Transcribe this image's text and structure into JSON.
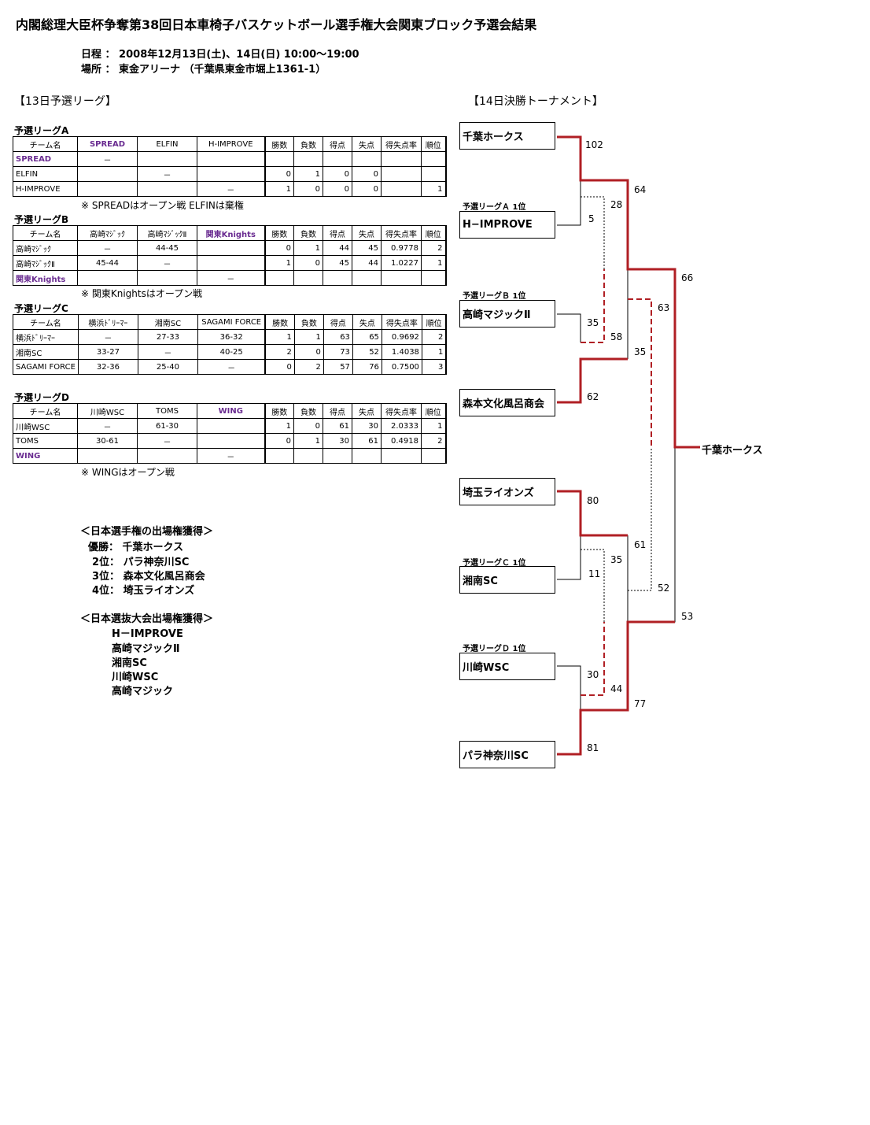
{
  "title": "内閣総理大臣杯争奪第38回日本車椅子バスケットボール選手権大会関東ブロック予選会結果",
  "schedule": "日程 ： 2008年12月13日(土)、14日(日) 10:00～19:00",
  "venue": "場所 ： 東金アリーナ （千葉県東金市堀上1361-1）",
  "section_league": "【13日予選リーグ】",
  "section_tournament": "【14日決勝トーナメント】",
  "stat_headers": [
    "勝数",
    "負数",
    "得点",
    "失点",
    "得失点率",
    "順位"
  ],
  "team_header": "チーム名",
  "leagues": [
    {
      "name": "予選リーグA",
      "cols": [
        "SPREAD",
        "ELFIN",
        "H-IMPROVE"
      ],
      "rows": [
        {
          "team": "SPREAD",
          "cells": [
            "－",
            "",
            ""
          ],
          "stats": [
            "",
            "",
            "",
            "",
            "",
            ""
          ]
        },
        {
          "team": "ELFIN",
          "cells": [
            "",
            "－",
            ""
          ],
          "stats": [
            "0",
            "1",
            "0",
            "0",
            "",
            ""
          ]
        },
        {
          "team": "H-IMPROVE",
          "cells": [
            "",
            "",
            "－"
          ],
          "stats": [
            "1",
            "0",
            "0",
            "0",
            "",
            "1"
          ]
        }
      ],
      "note": "※ SPREADはオープン戦 ELFINは棄権"
    },
    {
      "name": "予選リーグB",
      "cols": [
        "高崎ﾏｼﾞｯｸ",
        "高崎ﾏｼﾞｯｸⅡ",
        "関東Knights"
      ],
      "rows": [
        {
          "team": "高崎ﾏｼﾞｯｸ",
          "cells": [
            "－",
            "44-45",
            ""
          ],
          "stats": [
            "0",
            "1",
            "44",
            "45",
            "0.9778",
            "2"
          ]
        },
        {
          "team": "高崎ﾏｼﾞｯｸⅡ",
          "cells": [
            "45-44",
            "－",
            ""
          ],
          "stats": [
            "1",
            "0",
            "45",
            "44",
            "1.0227",
            "1"
          ]
        },
        {
          "team": "関東Knights",
          "cells": [
            "",
            "",
            "－"
          ],
          "stats": [
            "",
            "",
            "",
            "",
            "",
            ""
          ]
        }
      ],
      "note": "※ 関東Knightsはオープン戦"
    },
    {
      "name": "予選リーグC",
      "cols": [
        "横浜ﾄﾞﾘｰﾏｰ",
        "湘南SC",
        "SAGAMI FORCE"
      ],
      "rows": [
        {
          "team": "横浜ﾄﾞﾘｰﾏｰ",
          "cells": [
            "－",
            "27-33",
            "36-32"
          ],
          "stats": [
            "1",
            "1",
            "63",
            "65",
            "0.9692",
            "2"
          ]
        },
        {
          "team": "湘南SC",
          "cells": [
            "33-27",
            "－",
            "40-25"
          ],
          "stats": [
            "2",
            "0",
            "73",
            "52",
            "1.4038",
            "1"
          ]
        },
        {
          "team": "SAGAMI FORCE",
          "cells": [
            "32-36",
            "25-40",
            "－"
          ],
          "stats": [
            "0",
            "2",
            "57",
            "76",
            "0.7500",
            "3"
          ]
        }
      ],
      "note": ""
    },
    {
      "name": "予選リーグD",
      "cols": [
        "川崎WSC",
        "TOMS",
        "WING"
      ],
      "rows": [
        {
          "team": "川崎WSC",
          "cells": [
            "－",
            "61-30",
            ""
          ],
          "stats": [
            "1",
            "0",
            "61",
            "30",
            "2.0333",
            "1"
          ]
        },
        {
          "team": "TOMS",
          "cells": [
            "30-61",
            "－",
            ""
          ],
          "stats": [
            "0",
            "1",
            "30",
            "61",
            "0.4918",
            "2"
          ]
        },
        {
          "team": "WING",
          "cells": [
            "",
            "",
            "－"
          ],
          "stats": [
            "",
            "",
            "",
            "",
            "",
            ""
          ]
        }
      ],
      "note": "※ WINGはオープン戦"
    }
  ],
  "qualified_national": {
    "heading": "＜日本選手権の出場権獲得＞",
    "lines": [
      "優勝： 千葉ホークス",
      "2位： パラ神奈川SC",
      "3位： 森本文化風呂商会",
      "4位： 埼玉ライオンズ"
    ]
  },
  "qualified_select": {
    "heading": "＜日本選抜大会出場権獲得＞",
    "lines": [
      "H－IMPROVE",
      "高崎マジックⅡ",
      "湘南SC",
      "川崎WSC",
      "高崎マジック"
    ]
  },
  "tournament": {
    "teams": [
      "千葉ホークス",
      "H−IMPROVE",
      "高崎マジックⅡ",
      "森本文化風呂商会",
      "埼玉ライオンズ",
      "湘南SC",
      "川崎WSC",
      "パラ神奈川SC"
    ],
    "qualifier_labels": [
      "予選リーグＡ 1位",
      "予選リーグＢ 1位",
      "予選リーグＣ 1位",
      "予選リーグＤ 1位"
    ],
    "scores": [
      "102",
      "5",
      "35",
      "62",
      "80",
      "11",
      "30",
      "81",
      "28",
      "58",
      "35",
      "44",
      "64",
      "35",
      "61",
      "77",
      "63",
      "52",
      "66",
      "53"
    ],
    "champion": "千葉ホークス"
  },
  "colors": {
    "win_line": "#b01f24",
    "purple": "#6a2c91"
  }
}
